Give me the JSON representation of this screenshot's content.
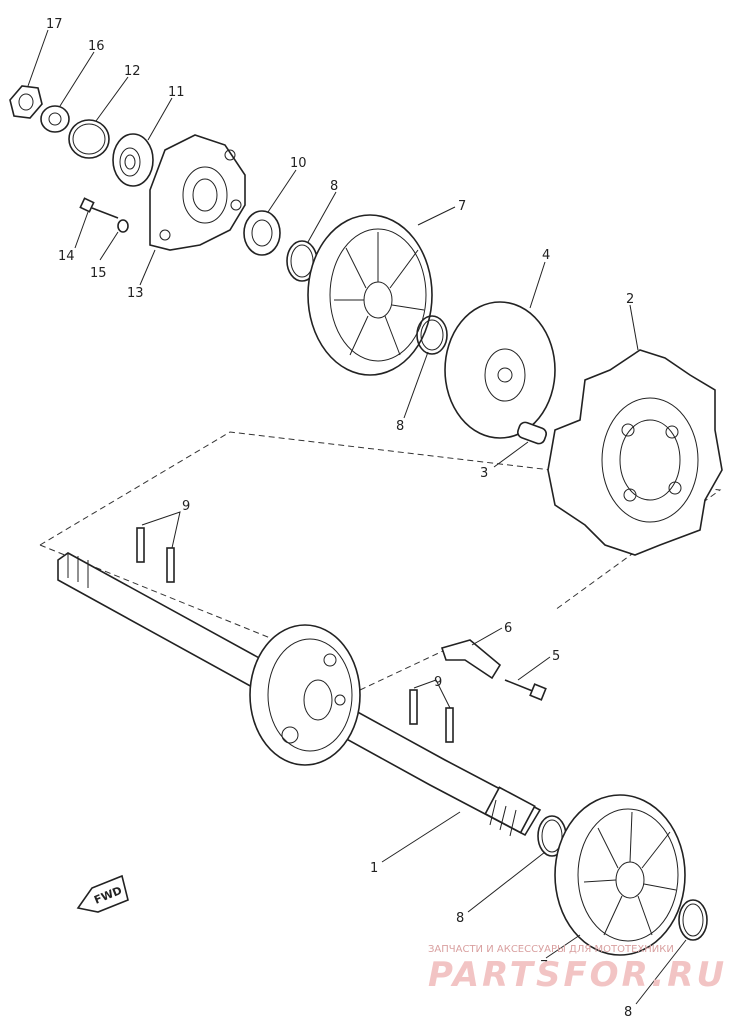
{
  "labels": [
    "17",
    "16",
    "12",
    "11",
    "10",
    "8",
    "7",
    "14",
    "15",
    "13",
    "4",
    "2",
    "8",
    "3",
    "9",
    "6",
    "5",
    "9",
    "1",
    "8",
    "7",
    "8"
  ],
  "fwd_text": "FWD",
  "watermark": {
    "line1": "ЗАПЧАСТИ И АКСЕССУАРЫ ДЛЯ МОТОТЕХНИКИ",
    "line2": "PARTSFOR.RU"
  }
}
